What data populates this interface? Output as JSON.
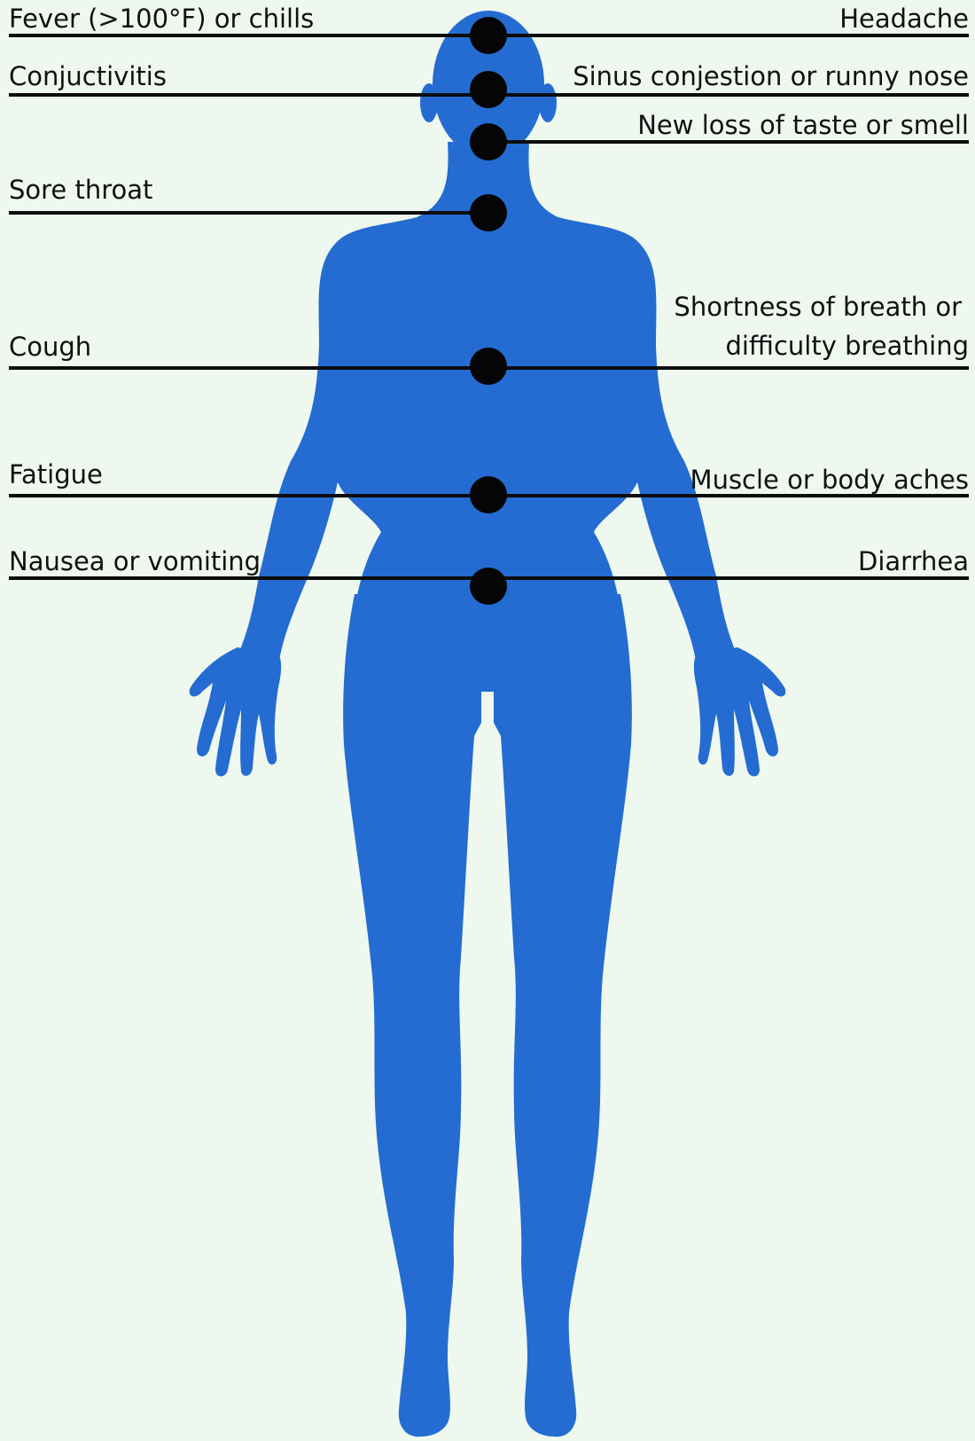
{
  "colors": {
    "background": "#eef8ef",
    "silhouette": "#246cd1",
    "lines": "#0c0c0c",
    "dots": "#050505"
  },
  "symptoms": {
    "fever": "Fever (>100°F) or chills",
    "headache": "Headache",
    "conjunctivitis": "Conjuctivitis",
    "sinus": "Sinus conjestion or runny nose",
    "taste_smell": "New loss of taste or smell",
    "sore_throat": "Sore throat",
    "shortness_breath_1": "Shortness of breath or",
    "shortness_breath_2": "difficulty breathing",
    "cough": "Cough",
    "fatigue": "Fatigue",
    "muscle_aches": "Muscle or body aches",
    "nausea": "Nausea or vomiting",
    "diarrhea": "Diarrhea"
  }
}
